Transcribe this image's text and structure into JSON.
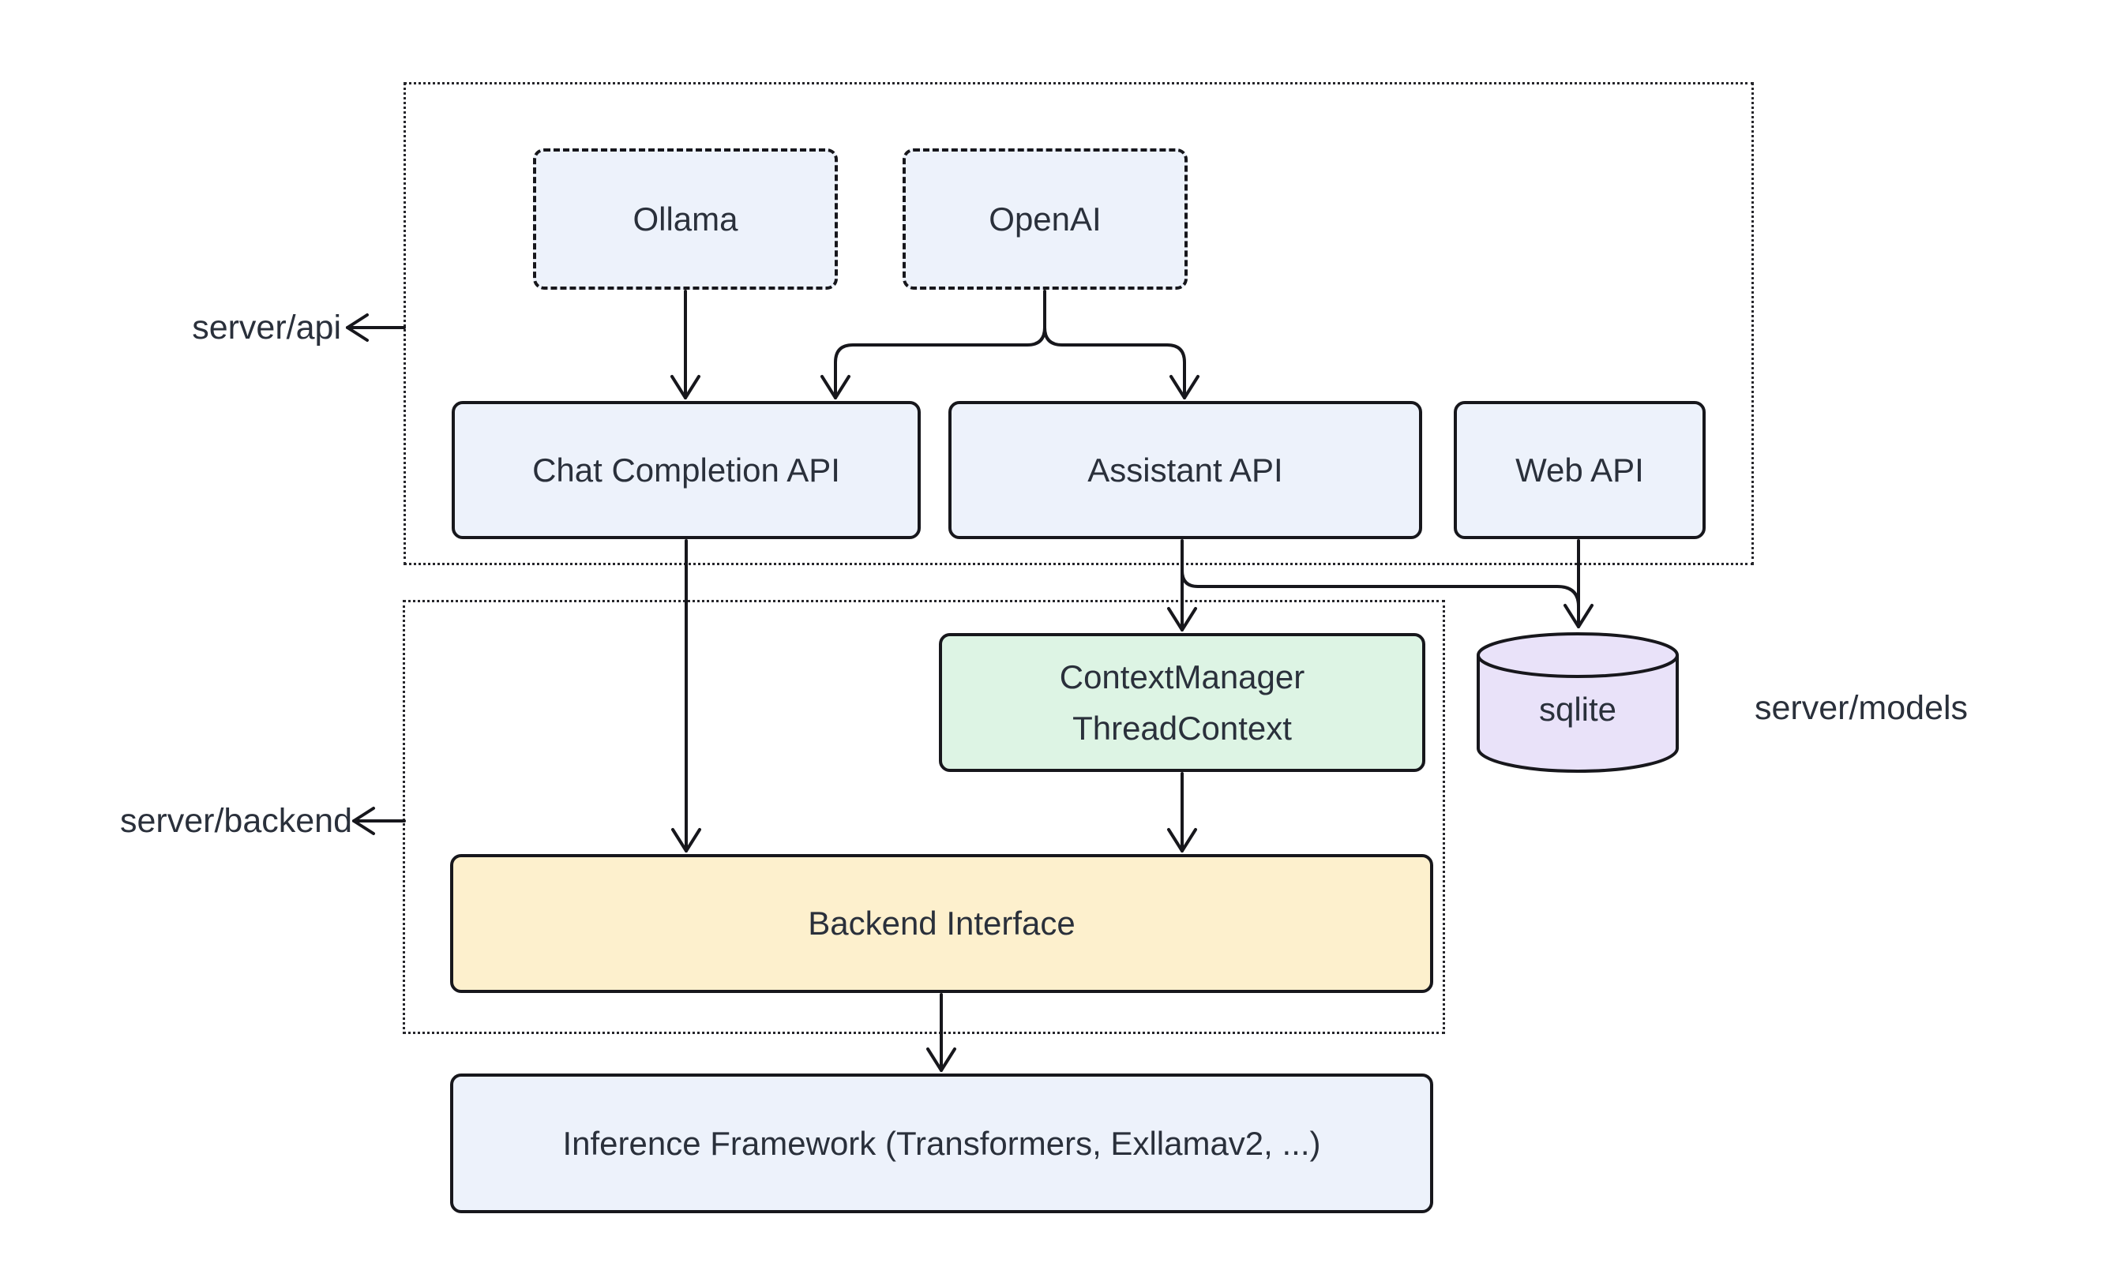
{
  "diagram": {
    "type": "architecture-flowchart",
    "background": "#ffffff",
    "group_labels": {
      "api": "server/api",
      "backend": "server/backend",
      "models": "server/models"
    },
    "nodes": {
      "ollama": {
        "label": "Ollama",
        "shape": "dashed-rect",
        "fill": "#EDF2FB"
      },
      "openai": {
        "label": "OpenAI",
        "shape": "dashed-rect",
        "fill": "#EDF2FB"
      },
      "chat_completion_api": {
        "label": "Chat Completion API",
        "shape": "rect",
        "fill": "#EDF2FB"
      },
      "assistant_api": {
        "label": "Assistant API",
        "shape": "rect",
        "fill": "#EDF2FB"
      },
      "web_api": {
        "label": "Web API",
        "shape": "rect",
        "fill": "#EDF2FB"
      },
      "context_manager": {
        "label_lines": [
          "ContextManager",
          "ThreadContext"
        ],
        "shape": "rect",
        "fill": "#DDF4E4"
      },
      "sqlite": {
        "label": "sqlite",
        "shape": "cylinder",
        "fill": "#E9E2F9"
      },
      "backend_interface": {
        "label": "Backend Interface",
        "shape": "rect",
        "fill": "#FDF0CD"
      },
      "inference_framework": {
        "label": "Inference Framework (Transformers, Exllamav2, ...)",
        "shape": "rect",
        "fill": "#EDF2FB"
      }
    },
    "edges": [
      {
        "from": "Ollama",
        "to": "Chat Completion API"
      },
      {
        "from": "OpenAI",
        "to": "Chat Completion API"
      },
      {
        "from": "OpenAI",
        "to": "Assistant API"
      },
      {
        "from": "Chat Completion API",
        "to": "Backend Interface"
      },
      {
        "from": "Assistant API",
        "to": "ContextManager ThreadContext"
      },
      {
        "from": "Assistant API",
        "to": "sqlite"
      },
      {
        "from": "Web API",
        "to": "sqlite"
      },
      {
        "from": "ContextManager ThreadContext",
        "to": "Backend Interface"
      },
      {
        "from": "Backend Interface",
        "to": "Inference Framework (Transformers, Exllamav2, ...)"
      }
    ],
    "colors": {
      "node_fill_blue": "#EDF2FB",
      "node_fill_green": "#DDF4E4",
      "node_fill_yellow": "#FDF0CD",
      "node_fill_purple": "#E9E2F9",
      "stroke": "#17171c",
      "text": "#2a303b"
    }
  }
}
